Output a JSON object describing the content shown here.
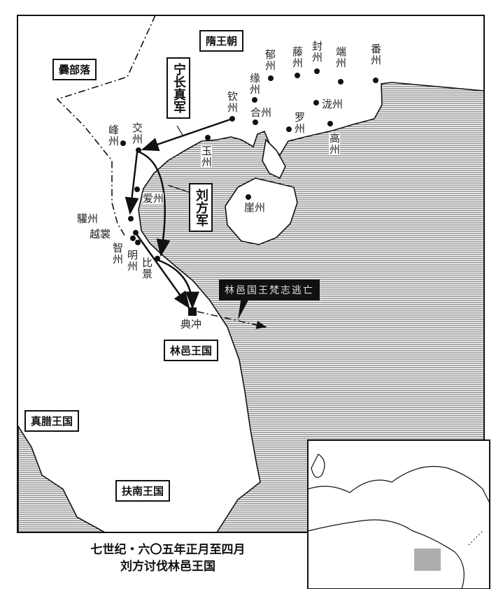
{
  "regions": {
    "sui": "隋王朝",
    "cuan": "爨部落",
    "linyi": "林邑王国",
    "zhenla": "真腊王国",
    "funan": "扶南王国"
  },
  "armies": {
    "ning": "宁长真军",
    "liu": "刘方军",
    "flee": "林邑国王梵志逃亡"
  },
  "places": {
    "yu": "郁州",
    "teng": "藤州",
    "feng": "封州",
    "duan": "端州",
    "fan": "番州",
    "yuan": "缘州",
    "qin": "钦州",
    "he": "合州",
    "luo": "罗州",
    "long": "泷州",
    "gao": "高州",
    "yuzhou": "玉州",
    "fengzhou": "峰州",
    "jiao": "交州",
    "ai": "爱州",
    "ya": "崖州",
    "huan": "驩州",
    "yueshang": "越裳",
    "zhi": "智州",
    "ming": "明州",
    "bijing": "比景",
    "dianchong": "典冲"
  },
  "caption": {
    "line1": "七世纪・六〇五年正月至四月",
    "line2": "刘方讨伐林邑王国"
  },
  "colors": {
    "ink": "#111111",
    "sea_hatch": "#555555"
  }
}
